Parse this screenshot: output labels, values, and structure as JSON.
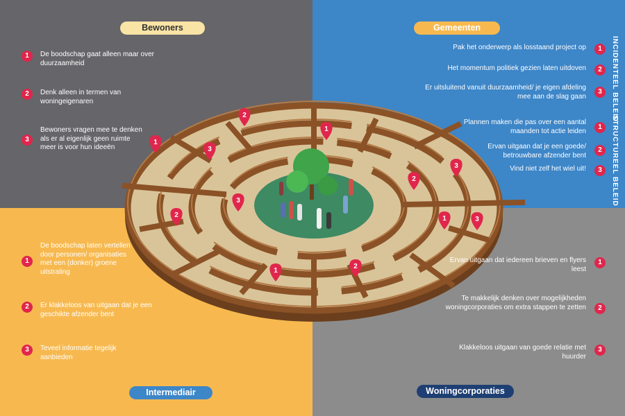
{
  "colors": {
    "bewoners_bg": "#66656a",
    "gemeenten_bg": "#3d86c8",
    "intermediair_bg": "#f7b94f",
    "woningcorporaties_bg": "#8c8c8c",
    "number_badge": "#e0264c",
    "wood": "#8a5226"
  },
  "bewoners": {
    "title": "Bewoners",
    "items": [
      {
        "num": "1",
        "text": "De boodschap gaat alleen maar over duurzaamheid"
      },
      {
        "num": "2",
        "text": "Denk alleen in termen van woningeigenaren"
      },
      {
        "num": "3",
        "text": "Bewoners vragen mee te denken als er al eigenlijk geen ruimte meer is voor hun ideeën"
      }
    ]
  },
  "gemeenten": {
    "title": "Gemeenten",
    "incidenteel_label": "INCIDENTEEL BELEID",
    "structureel_label": "STRUCTUREEL BELEID",
    "incidenteel_items": [
      {
        "num": "1",
        "text": "Pak het onderwerp als losstaand project op"
      },
      {
        "num": "2",
        "text": "Het momentum politiek gezien laten uitdoven"
      },
      {
        "num": "3",
        "text": "Er uitsluitend vanuit duurzaamheid/ je eigen afdeling mee aan de slag gaan"
      }
    ],
    "structureel_items": [
      {
        "num": "1",
        "text": "Plannen maken die pas over een aantal maanden tot actie leiden"
      },
      {
        "num": "2",
        "text": "Ervan uitgaan dat je een goede/ betrouwbare afzender bent"
      },
      {
        "num": "3",
        "text": "Vind niet zelf het wiel uit!"
      }
    ]
  },
  "intermediair": {
    "title": "Intermediair",
    "items": [
      {
        "num": "1",
        "text": "De boodschap laten vertellen door personen/ organisaties met een (donker) groene uitstraling"
      },
      {
        "num": "2",
        "text": "Er klakkeloos van uitgaan dat je een geschikte afzender bent"
      },
      {
        "num": "3",
        "text": "Teveel informatie tegelijk aanbieden"
      }
    ]
  },
  "woningcorporaties": {
    "title": "Woningcorporaties",
    "items": [
      {
        "num": "1",
        "text": "Ervan uitgaan dat iedereen brieven en flyers leest"
      },
      {
        "num": "2",
        "text": "Te makkelijk denken over mogelijkheden woningcorporaties om extra stappen te zetten"
      },
      {
        "num": "3",
        "text": "Klakkeloos uitgaan van goede relatie met huurder"
      }
    ]
  },
  "maze_markers": [
    "2",
    "1",
    "3",
    "1",
    "3",
    "2",
    "3",
    "2",
    "1",
    "1",
    "2",
    "3"
  ],
  "illustration": {
    "icons": [
      "maze-icon",
      "tree-icon",
      "people-group-icon",
      "map-pin-icon"
    ]
  }
}
